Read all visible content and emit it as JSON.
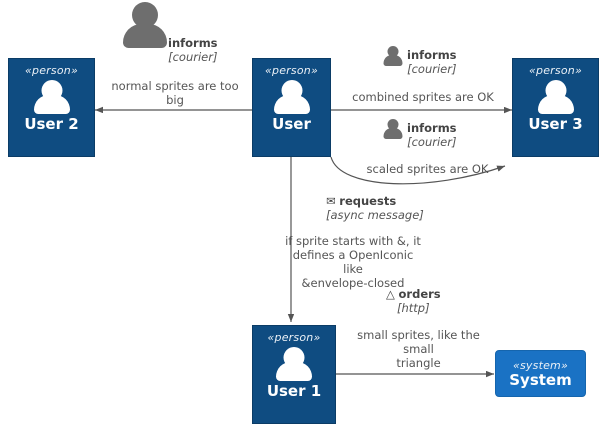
{
  "diagram": {
    "type": "uml-c4-context",
    "background": "#ffffff",
    "palette": {
      "person_fill": "#0f4c81",
      "system_fill": "#1a72c4",
      "sprite_gray": "#6e6e6e",
      "edge_stroke": "#555555",
      "label_text": "#555555"
    }
  },
  "nodes": [
    {
      "id": "user2",
      "stereotype": "«person»",
      "name": "User 2",
      "kind": "person",
      "sprite": "person-sprite"
    },
    {
      "id": "user",
      "stereotype": "«person»",
      "name": "User",
      "kind": "person",
      "sprite": "person-sprite"
    },
    {
      "id": "user3",
      "stereotype": "«person»",
      "name": "User 3",
      "kind": "person",
      "sprite": "person-sprite"
    },
    {
      "id": "user1",
      "stereotype": "«person»",
      "name": "User 1",
      "kind": "person",
      "sprite": "person-sprite"
    },
    {
      "id": "system",
      "stereotype": "«system»",
      "name": "System",
      "kind": "system",
      "sprite": "none"
    }
  ],
  "edges": [
    {
      "id": "user-to-user2",
      "from": "User",
      "to": "User 2",
      "label": "normal sprites are too\nbig",
      "relation": "informs",
      "technology": "[courier]",
      "icon": "person-sprite-large"
    },
    {
      "id": "user-to-user3-straight",
      "from": "User",
      "to": "User 3",
      "label": "combined sprites are OK",
      "relation": "informs",
      "technology": "[courier]",
      "icon": "person-sprite-small"
    },
    {
      "id": "user-to-user3-curved",
      "from": "User",
      "to": "User 3",
      "label": "scaled sprites are OK",
      "relation": "informs",
      "technology": "[courier]",
      "icon": "person-sprite-small"
    },
    {
      "id": "user-to-user1",
      "from": "User",
      "to": "User 1",
      "label": "if sprite starts with &, it\ndefines a OpenIconic\nlike\n&envelope-closed",
      "relation": "requests",
      "technology": "[async message]",
      "icon": "envelope-closed-icon",
      "icon_glyph": "✉"
    },
    {
      "id": "user1-to-system",
      "from": "User 1",
      "to": "System",
      "label": "small sprites, like the\nsmall\ntriangle",
      "relation": "orders",
      "technology": "[http]",
      "icon": "triangle-icon",
      "icon_glyph": "△"
    }
  ]
}
